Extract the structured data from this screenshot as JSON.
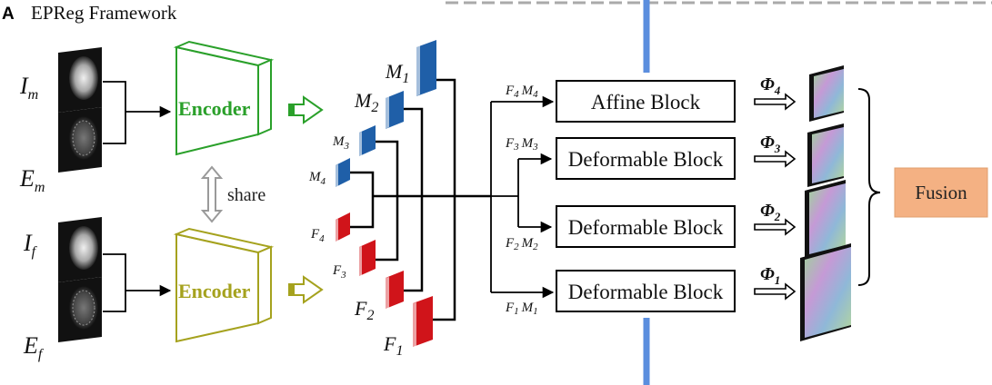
{
  "panel_label": "A",
  "title": "EPReg Framework",
  "inputs": [
    {
      "sym": "I",
      "sub": "m"
    },
    {
      "sym": "E",
      "sub": "m"
    },
    {
      "sym": "I",
      "sub": "f"
    },
    {
      "sym": "E",
      "sub": "f"
    }
  ],
  "encoder_label": "Encoder",
  "share_label": "share",
  "features": [
    {
      "sym": "M",
      "sub": "1"
    },
    {
      "sym": "M",
      "sub": "2"
    },
    {
      "sym": "M",
      "sub": "3"
    },
    {
      "sym": "M",
      "sub": "4"
    },
    {
      "sym": "F",
      "sub": "4"
    },
    {
      "sym": "F",
      "sub": "3"
    },
    {
      "sym": "F",
      "sub": "2"
    },
    {
      "sym": "F",
      "sub": "1"
    }
  ],
  "block_inputs": [
    {
      "a": "F",
      "a_sub": "4",
      "b": "M",
      "b_sub": "4"
    },
    {
      "a": "F",
      "a_sub": "3",
      "b": "M",
      "b_sub": "3"
    },
    {
      "a": "F",
      "a_sub": "2",
      "b": "M",
      "b_sub": "2"
    },
    {
      "a": "F",
      "a_sub": "1",
      "b": "M",
      "b_sub": "1"
    }
  ],
  "blocks": [
    "Affine Block",
    "Deformable Block",
    "Deformable Block",
    "Deformable Block"
  ],
  "phis": [
    {
      "sym": "Φ",
      "sub": "4"
    },
    {
      "sym": "Φ",
      "sub": "3"
    },
    {
      "sym": "Φ",
      "sub": "2"
    },
    {
      "sym": "Φ",
      "sub": "1"
    }
  ],
  "fusion_label": "Fusion",
  "colors": {
    "encoder_moving": "#2aa02a",
    "encoder_fixed": "#a5a21e",
    "moving_feature": "#1f5fa8",
    "fixed_feature": "#d0141a",
    "divider": "#5b8ede",
    "fusion_fill": "#f4b183",
    "share_arrow": "#9a9a9a"
  }
}
